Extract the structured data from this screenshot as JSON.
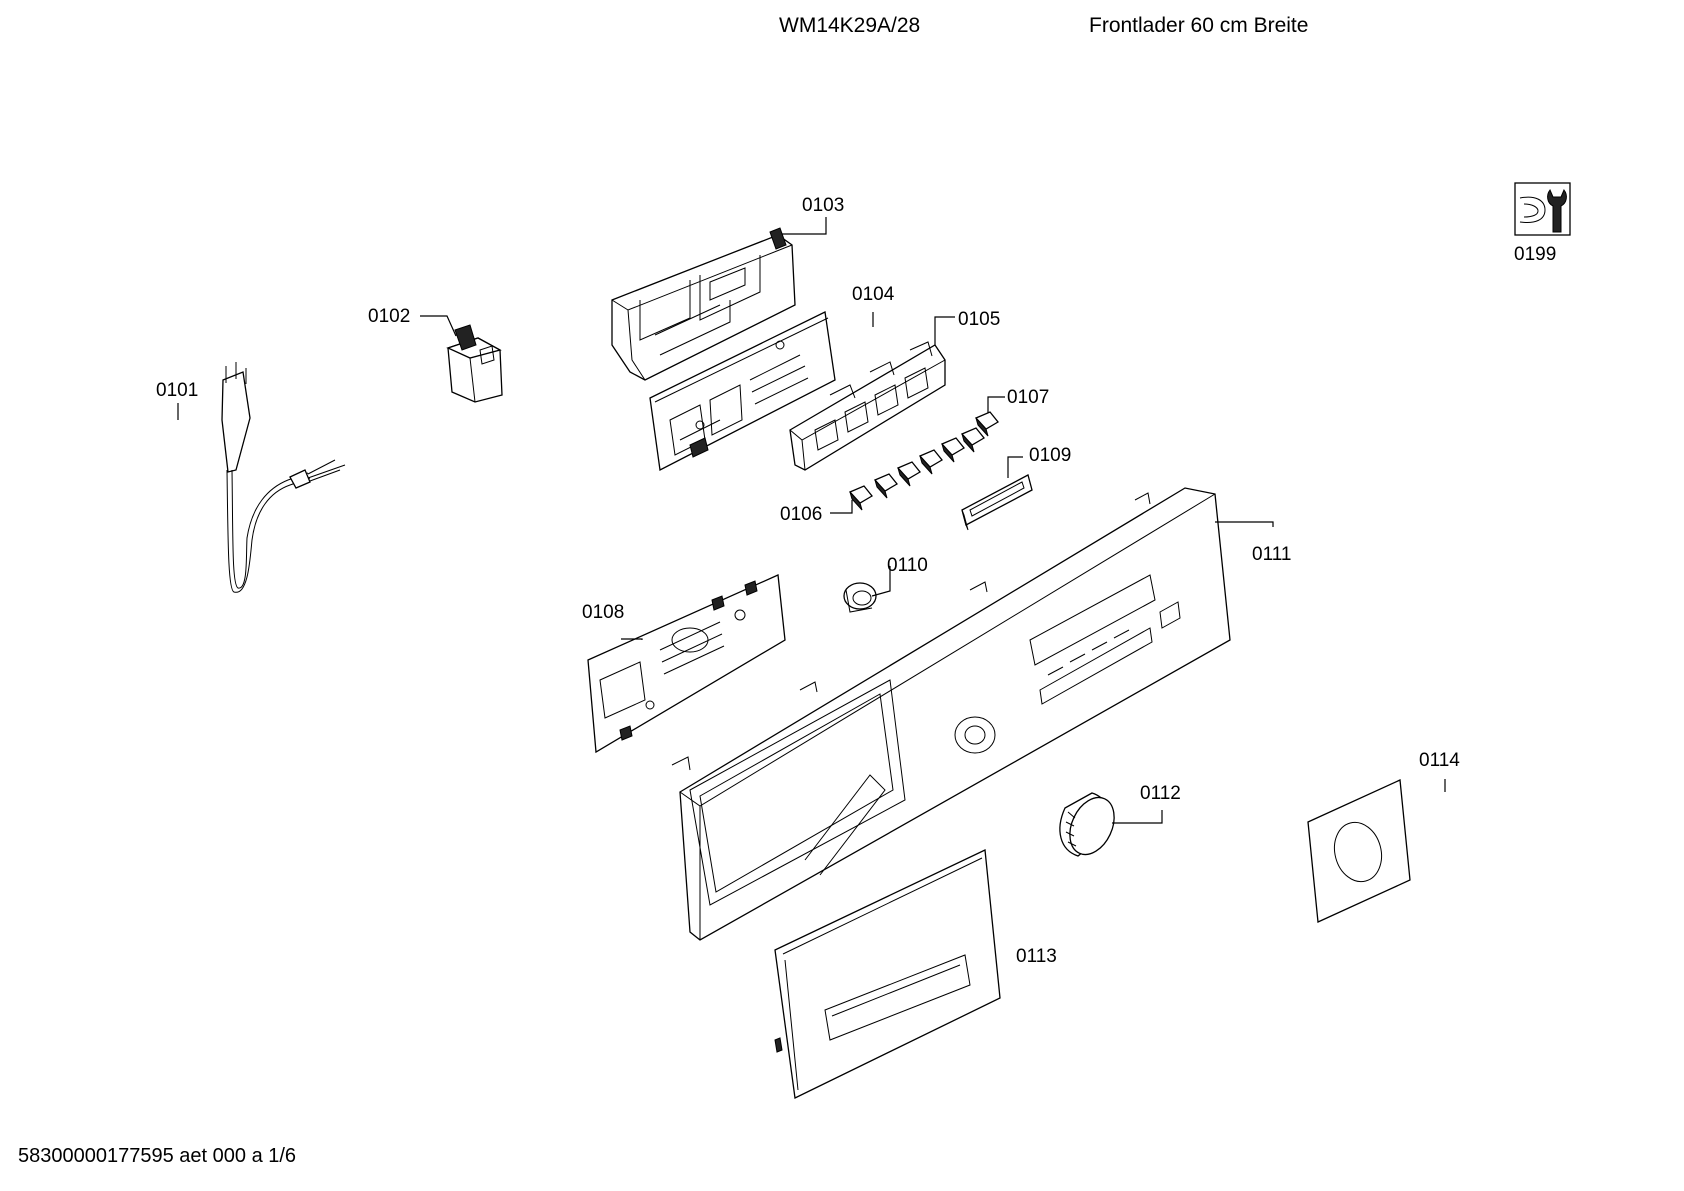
{
  "header": {
    "model": "WM14K29A/28",
    "description": "Frontlader 60 cm Breite"
  },
  "footer": {
    "document_id": "58300000177595 aet 000 a 1/6"
  },
  "parts": [
    {
      "id": "0101",
      "kind": "mains-cable"
    },
    {
      "id": "0102",
      "kind": "suppressor"
    },
    {
      "id": "0103",
      "kind": "module-carrier"
    },
    {
      "id": "0104",
      "kind": "control-board"
    },
    {
      "id": "0105",
      "kind": "button-holder"
    },
    {
      "id": "0106",
      "kind": "push-buttons"
    },
    {
      "id": "0107",
      "kind": "push-button"
    },
    {
      "id": "0108",
      "kind": "display-board"
    },
    {
      "id": "0109",
      "kind": "window"
    },
    {
      "id": "0110",
      "kind": "light-guide"
    },
    {
      "id": "0111",
      "kind": "control-panel"
    },
    {
      "id": "0112",
      "kind": "selector-knob"
    },
    {
      "id": "0113",
      "kind": "dispenser-handle"
    },
    {
      "id": "0114",
      "kind": "label"
    },
    {
      "id": "0199",
      "kind": "service-tool"
    }
  ]
}
